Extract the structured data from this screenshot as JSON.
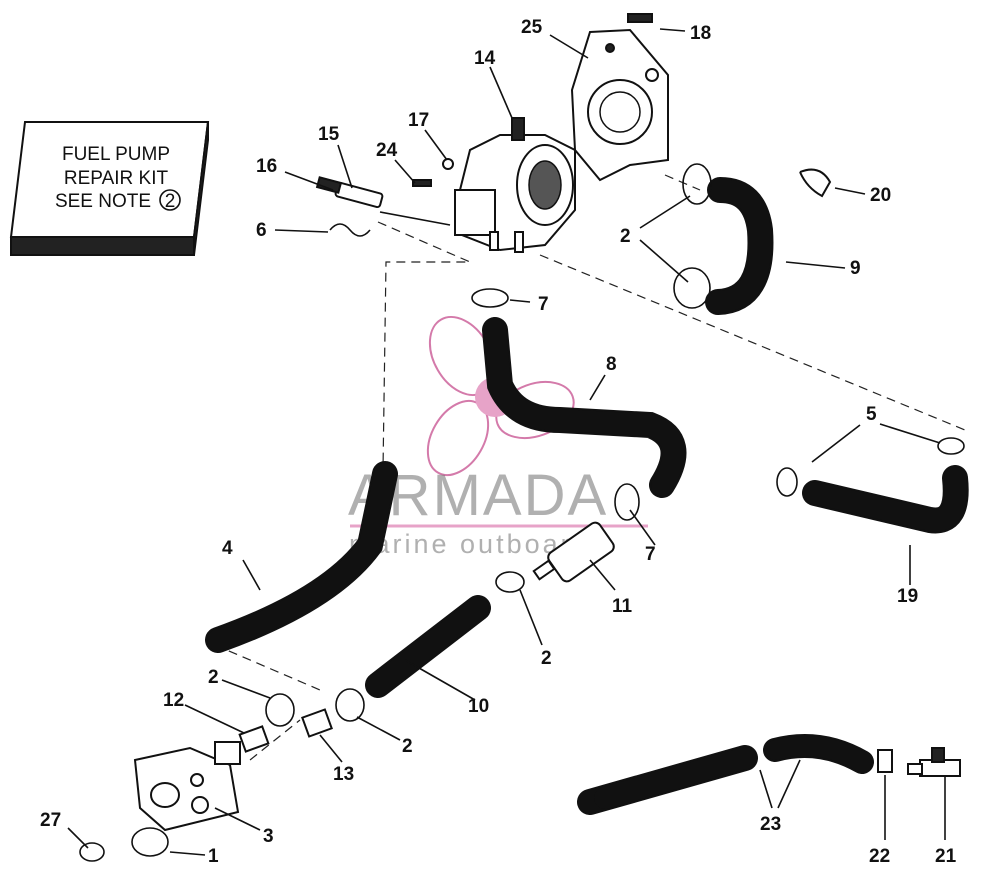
{
  "kit_box": {
    "line1": "FUEL PUMP",
    "line2": "REPAIR KIT",
    "line3": "SEE NOTE",
    "note": "2"
  },
  "watermark": {
    "brand": "ARMADA",
    "tagline": "marine outboards",
    "color": "#e7a3c8"
  },
  "callouts": {
    "c1": "1",
    "c2a": "2",
    "c2b": "2",
    "c2c": "2",
    "c2d": "2",
    "c3": "3",
    "c4": "4",
    "c5": "5",
    "c6": "6",
    "c7a": "7",
    "c7b": "7",
    "c8": "8",
    "c9": "9",
    "c10": "10",
    "c11": "11",
    "c12": "12",
    "c13": "13",
    "c14": "14",
    "c15": "15",
    "c16": "16",
    "c17": "17",
    "c18": "18",
    "c19": "19",
    "c20": "20",
    "c21": "21",
    "c22": "22",
    "c23": "23",
    "c24": "24",
    "c25": "25",
    "c27": "27"
  }
}
